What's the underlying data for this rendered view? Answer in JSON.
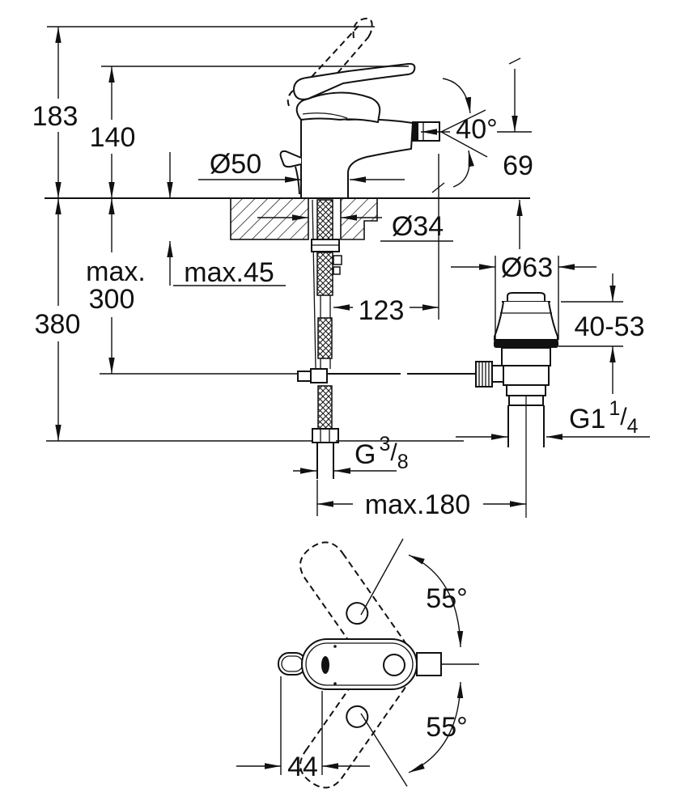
{
  "page": {
    "background": "#ffffff",
    "line_color": "#111111"
  },
  "drawing_labels": {
    "overall_height": "183",
    "spout_tip_height": "140",
    "base_diameter": "Ø50",
    "aerator_angle": "40°",
    "outlet_height": "69",
    "deck_hole_diameter": "Ø34",
    "deck_thickness_max": "max.45",
    "hose_length_max_word": "max.",
    "hose_length_max_value": "300",
    "overall_depth": "380",
    "rod_drop": "123",
    "waste_top_diameter": "Ø63",
    "waste_deck_range": "40-53",
    "waste_thread": {
      "base": "G1",
      "numerator": "1",
      "slash": "/",
      "denominator": "4"
    },
    "supply_thread": {
      "base": "G",
      "numerator": "3",
      "slash": "/",
      "denominator": "8"
    },
    "rod_reach_max": "max.180",
    "swing_angle_upper": "55°",
    "swing_angle_lower": "55°",
    "knob_offset": "44"
  }
}
